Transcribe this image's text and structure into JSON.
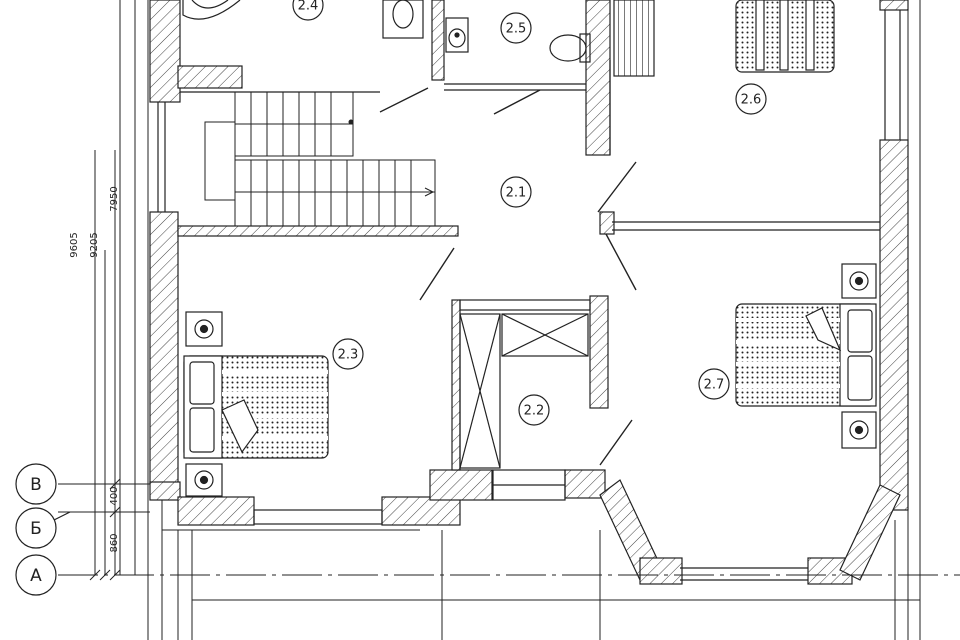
{
  "rooms": [
    {
      "id": "2.1",
      "label": "2.1"
    },
    {
      "id": "2.2",
      "label": "2.2"
    },
    {
      "id": "2.3",
      "label": "2.3"
    },
    {
      "id": "2.4",
      "label": "2.4"
    },
    {
      "id": "2.5",
      "label": "2.5"
    },
    {
      "id": "2.6",
      "label": "2.6"
    },
    {
      "id": "2.7",
      "label": "2.7"
    }
  ],
  "axes": {
    "v": "В",
    "b": "Б",
    "a": "А"
  },
  "dimensions": {
    "overall_1": "9605",
    "overall_2": "9205",
    "overall_3": "7950",
    "seg_vb": "400",
    "seg_ba": "860"
  },
  "colors": {
    "line": "#222222",
    "hatch": "#444444",
    "background": "#ffffff"
  }
}
